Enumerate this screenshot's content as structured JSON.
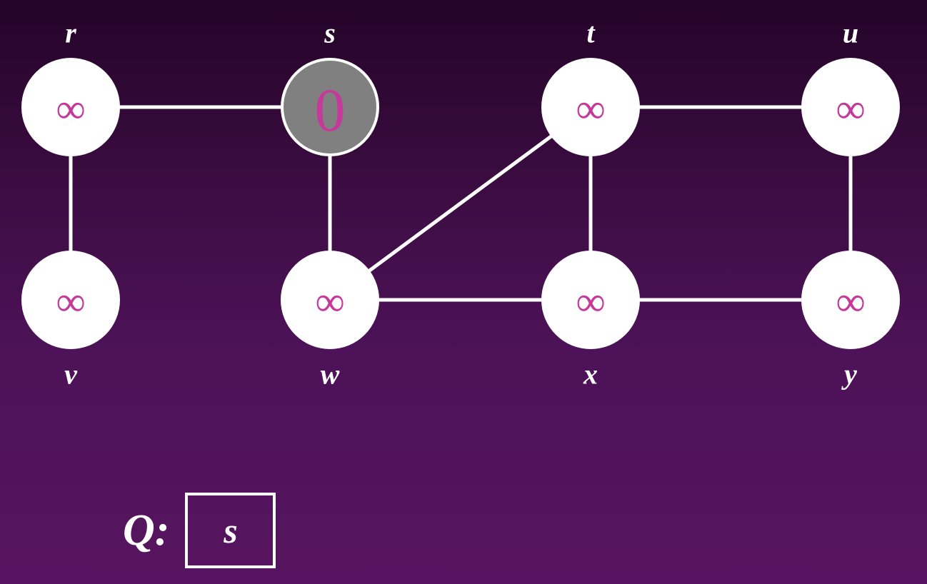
{
  "nodes": [
    {
      "id": "r",
      "label": "r",
      "value": "∞",
      "visited": false
    },
    {
      "id": "s",
      "label": "s",
      "value": "0",
      "visited": true
    },
    {
      "id": "t",
      "label": "t",
      "value": "∞",
      "visited": false
    },
    {
      "id": "u",
      "label": "u",
      "value": "∞",
      "visited": false
    },
    {
      "id": "v",
      "label": "v",
      "value": "∞",
      "visited": false
    },
    {
      "id": "w",
      "label": "w",
      "value": "∞",
      "visited": false
    },
    {
      "id": "x",
      "label": "x",
      "value": "∞",
      "visited": false
    },
    {
      "id": "y",
      "label": "y",
      "value": "∞",
      "visited": false
    }
  ],
  "edges": [
    [
      "r",
      "s"
    ],
    [
      "r",
      "v"
    ],
    [
      "s",
      "w"
    ],
    [
      "t",
      "w"
    ],
    [
      "t",
      "u"
    ],
    [
      "t",
      "x"
    ],
    [
      "u",
      "y"
    ],
    [
      "w",
      "x"
    ],
    [
      "x",
      "y"
    ]
  ],
  "queue": {
    "label": "Q:",
    "items": [
      "s"
    ]
  },
  "colors": {
    "node_fill": "#ffffff",
    "visited_fill": "#808080",
    "value_text": "#c4399a",
    "edge": "#ffffff"
  }
}
